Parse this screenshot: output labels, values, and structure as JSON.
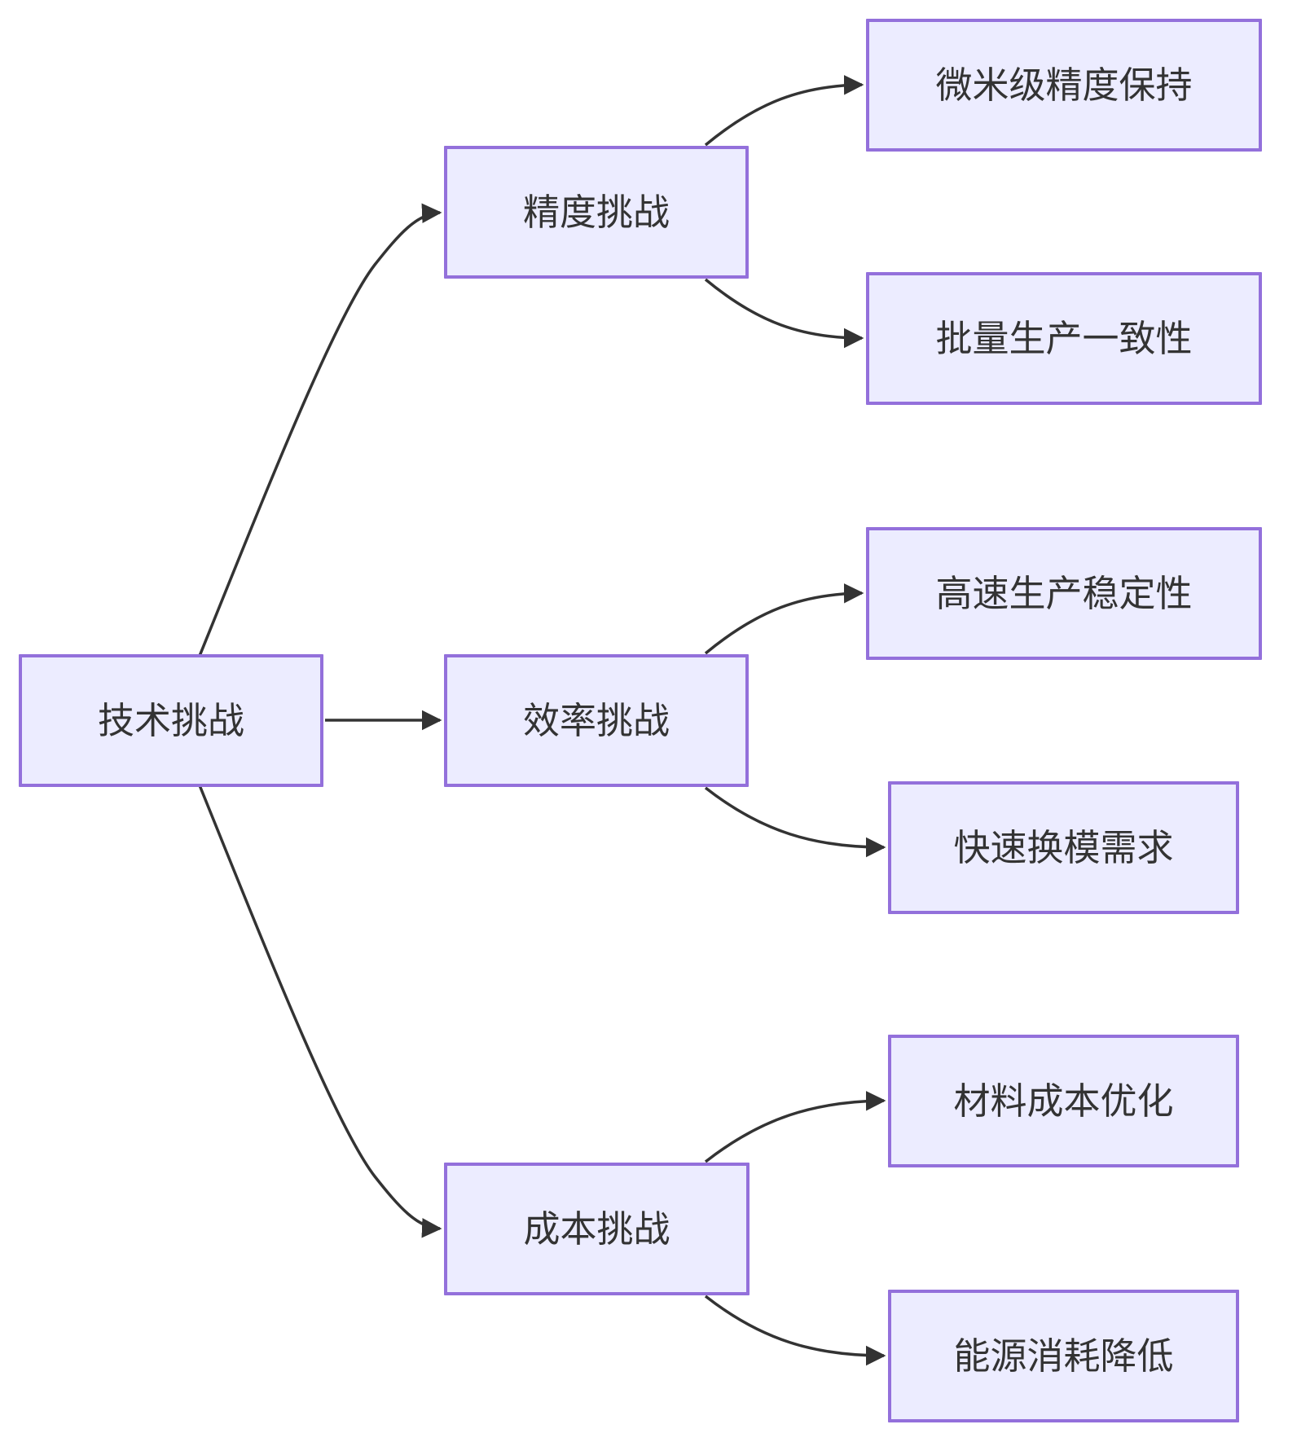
{
  "diagram": {
    "type": "flowchart",
    "direction": "left-to-right",
    "root": {
      "label": "技术挑战"
    },
    "branches": [
      {
        "label": "精度挑战",
        "children": [
          {
            "label": "微米级精度保持"
          },
          {
            "label": "批量生产一致性"
          }
        ]
      },
      {
        "label": "效率挑战",
        "children": [
          {
            "label": "高速生产稳定性"
          },
          {
            "label": "快速换模需求"
          }
        ]
      },
      {
        "label": "成本挑战",
        "children": [
          {
            "label": "材料成本优化"
          },
          {
            "label": "能源消耗降低"
          }
        ]
      }
    ],
    "edges": [
      {
        "from": "技术挑战",
        "to": "精度挑战"
      },
      {
        "from": "技术挑战",
        "to": "效率挑战"
      },
      {
        "from": "技术挑战",
        "to": "成本挑战"
      },
      {
        "from": "精度挑战",
        "to": "微米级精度保持"
      },
      {
        "from": "精度挑战",
        "to": "批量生产一致性"
      },
      {
        "from": "效率挑战",
        "to": "高速生产稳定性"
      },
      {
        "from": "效率挑战",
        "to": "快速换模需求"
      },
      {
        "from": "成本挑战",
        "to": "材料成本优化"
      },
      {
        "from": "成本挑战",
        "to": "能源消耗降低"
      }
    ],
    "colors": {
      "node_fill": "#ECECFF",
      "node_border": "#9370DB",
      "edge": "#333333",
      "text": "#333333",
      "background": "#FFFFFF"
    }
  }
}
